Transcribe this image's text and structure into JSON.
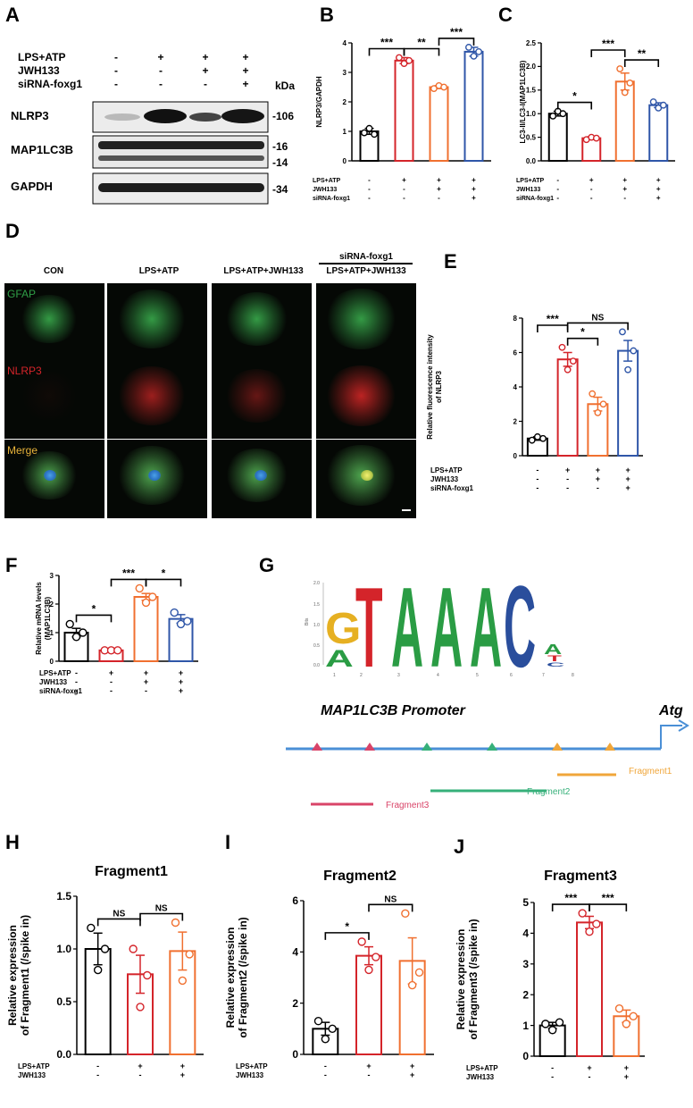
{
  "panel_letters": [
    "A",
    "B",
    "C",
    "D",
    "E",
    "F",
    "G",
    "H",
    "I",
    "J"
  ],
  "panel_a": {
    "row_labels": [
      "LPS+ATP",
      "JWH133",
      "siRNA-foxg1"
    ],
    "signs": [
      [
        "-",
        "+",
        "+",
        "+"
      ],
      [
        "-",
        "-",
        "+",
        "+"
      ],
      [
        "-",
        "-",
        "-",
        "+"
      ]
    ],
    "unit": "kDa",
    "blots": [
      {
        "name": "NLRP3",
        "kda": "-106"
      },
      {
        "name": "MAP1LC3B",
        "kda": "-16",
        "kda2": "-14"
      },
      {
        "name": "GAPDH",
        "kda": "-34"
      }
    ]
  },
  "panel_d": {
    "columns": [
      "CON",
      "LPS+ATP",
      "LPS+ATP+JWH133",
      "LPS+ATP+JWH133"
    ],
    "si_label": "siRNA-foxg1",
    "rows": [
      {
        "label": "GFAP",
        "color": "#2f9e46"
      },
      {
        "label": "NLRP3",
        "color": "#d4242a"
      },
      {
        "label": "Merge",
        "color": "#e8b33a"
      }
    ]
  },
  "panel_g": {
    "promoter_title": "MAP1LC3B Promoter",
    "atg_label": "Atg",
    "fragments": [
      "Fragment1",
      "Fragment2",
      "Fragment3"
    ],
    "logo_letters": [
      "G",
      "A",
      "T",
      "A",
      "A",
      "A",
      "C",
      "A",
      "A",
      "T",
      "C"
    ],
    "logo_axis_label": "Bits",
    "logo_yticks": [
      "2.0",
      "1.5",
      "1.0",
      "0.5",
      "0.0"
    ],
    "logo_positions": [
      "1",
      "2",
      "3",
      "4",
      "5",
      "6",
      "7",
      "8"
    ]
  },
  "chart_data": [
    {
      "panel": "B",
      "type": "bar",
      "ylabel": "NLRP3/GAPDH",
      "ylim": [
        0,
        4
      ],
      "yticks": [
        "0",
        "1",
        "2",
        "3",
        "4"
      ],
      "values": [
        1.0,
        3.4,
        2.5,
        3.7
      ],
      "errors": [
        0.1,
        0.1,
        0.05,
        0.15
      ],
      "points": [
        [
          0.95,
          1.1,
          0.9
        ],
        [
          3.5,
          3.3,
          3.4
        ],
        [
          2.45,
          2.55,
          2.5
        ],
        [
          3.85,
          3.55,
          3.7
        ]
      ],
      "colors": [
        "#000000",
        "#d4242a",
        "#f07030",
        "#2f56a8"
      ],
      "group_rows": [
        {
          "label": "LPS+ATP",
          "signs": [
            "-",
            "+",
            "+",
            "+"
          ]
        },
        {
          "label": "JWH133",
          "signs": [
            "-",
            "-",
            "+",
            "+"
          ]
        },
        {
          "label": "siRNA-foxg1",
          "signs": [
            "-",
            "-",
            "-",
            "+"
          ]
        }
      ],
      "sig": [
        {
          "a": 1,
          "b": 0,
          "label": "***",
          "top": true
        },
        {
          "a": 1,
          "b": 2,
          "label": "**"
        },
        {
          "a": 2,
          "b": 3,
          "label": "***"
        }
      ]
    },
    {
      "panel": "C",
      "type": "bar",
      "ylabel": "LC3-II/LC3-I(MAP1LC3B)",
      "ylim": [
        0,
        2.5
      ],
      "yticks": [
        "0.0",
        "0.5",
        "1.0",
        "1.5",
        "2.0",
        "2.5"
      ],
      "values": [
        1.0,
        0.48,
        1.68,
        1.18
      ],
      "errors": [
        0.05,
        0.03,
        0.18,
        0.05
      ],
      "points": [
        [
          0.95,
          1.05,
          1.0
        ],
        [
          0.45,
          0.5,
          0.48
        ],
        [
          1.95,
          1.45,
          1.65
        ],
        [
          1.25,
          1.12,
          1.18
        ]
      ],
      "colors": [
        "#000000",
        "#d4242a",
        "#f07030",
        "#2f56a8"
      ],
      "group_rows": [
        {
          "label": "LPS+ATP",
          "signs": [
            "-",
            "+",
            "+",
            "+"
          ]
        },
        {
          "label": "JWH133",
          "signs": [
            "-",
            "-",
            "+",
            "+"
          ]
        },
        {
          "label": "siRNA-foxg1",
          "signs": [
            "-",
            "-",
            "-",
            "+"
          ]
        }
      ],
      "sig": [
        {
          "a": 0,
          "b": 1,
          "label": "*"
        },
        {
          "a": 1,
          "b": 2,
          "label": "***",
          "top": true
        },
        {
          "a": 2,
          "b": 3,
          "label": "**"
        }
      ]
    },
    {
      "panel": "E",
      "type": "bar",
      "ylabel": "Relative fluorescence intensity\nof NLRP3",
      "ylim": [
        0,
        8
      ],
      "yticks": [
        "0",
        "2",
        "4",
        "6",
        "8"
      ],
      "values": [
        1.0,
        5.6,
        3.0,
        6.1
      ],
      "errors": [
        0.1,
        0.4,
        0.4,
        0.6
      ],
      "points": [
        [
          0.9,
          1.1,
          1.0
        ],
        [
          6.3,
          5.0,
          5.5
        ],
        [
          3.6,
          2.5,
          3.0
        ],
        [
          7.2,
          5.0,
          6.1
        ]
      ],
      "colors": [
        "#000000",
        "#d4242a",
        "#f07030",
        "#2f56a8"
      ],
      "group_rows": [
        {
          "label": "LPS+ATP",
          "signs": [
            "-",
            "+",
            "+",
            "+"
          ]
        },
        {
          "label": "JWH133",
          "signs": [
            "-",
            "-",
            "+",
            "+"
          ]
        },
        {
          "label": "siRNA-foxg1",
          "signs": [
            "-",
            "-",
            "-",
            "+"
          ]
        }
      ],
      "sig": [
        {
          "a": 1,
          "b": 0,
          "label": "***",
          "top": true
        },
        {
          "a": 1,
          "b": 2,
          "label": "*"
        },
        {
          "a": 1,
          "b": 3,
          "label": "NS",
          "top": true
        }
      ]
    },
    {
      "panel": "F",
      "type": "bar",
      "ylabel": "Relative mRNA levels\n(MAP1LC3B)",
      "ylim": [
        0,
        3
      ],
      "yticks": [
        "0",
        "1",
        "2",
        "3"
      ],
      "values": [
        1.0,
        0.38,
        2.25,
        1.48
      ],
      "errors": [
        0.15,
        0.02,
        0.12,
        0.15
      ],
      "points": [
        [
          1.3,
          0.85,
          1.0
        ],
        [
          0.38,
          0.38,
          0.38
        ],
        [
          2.55,
          2.05,
          2.25
        ],
        [
          1.7,
          1.3,
          1.4
        ]
      ],
      "colors": [
        "#000000",
        "#d4242a",
        "#f07030",
        "#2f56a8"
      ],
      "group_rows": [
        {
          "label": "LPS+ATP",
          "signs": [
            "-",
            "+",
            "+",
            "+"
          ]
        },
        {
          "label": "JWH133",
          "signs": [
            "-",
            "-",
            "+",
            "+"
          ]
        },
        {
          "label": "siRNA-foxg1",
          "signs": [
            "-",
            "-",
            "-",
            "+"
          ]
        }
      ],
      "sig": [
        {
          "a": 0,
          "b": 1,
          "label": "*"
        },
        {
          "a": 1,
          "b": 2,
          "label": "***",
          "top": true
        },
        {
          "a": 2,
          "b": 3,
          "label": "*"
        }
      ]
    },
    {
      "panel": "H",
      "type": "bar",
      "title": "Fragment1",
      "ylabel": "Relative expression\nof Fragment1 (/spike in)",
      "ylim": [
        0,
        1.5
      ],
      "yticks": [
        "0.0",
        "0.5",
        "1.0",
        "1.5"
      ],
      "values": [
        1.0,
        0.76,
        0.98
      ],
      "errors": [
        0.15,
        0.18,
        0.18
      ],
      "points": [
        [
          1.2,
          0.8,
          1.0
        ],
        [
          1.0,
          0.45,
          0.75
        ],
        [
          1.25,
          0.7,
          0.95
        ]
      ],
      "colors": [
        "#000000",
        "#d4242a",
        "#f07030"
      ],
      "group_rows": [
        {
          "label": "LPS+ATP",
          "signs": [
            "-",
            "+",
            "+"
          ]
        },
        {
          "label": "JWH133",
          "signs": [
            "-",
            "-",
            "+"
          ]
        }
      ],
      "sig": [
        {
          "a": 0,
          "b": 1,
          "label": "NS"
        },
        {
          "a": 1,
          "b": 2,
          "label": "NS"
        }
      ]
    },
    {
      "panel": "I",
      "type": "bar",
      "title": "Fragment2",
      "ylabel": "Relative expression\nof Fragment2 (/spike in)",
      "ylim": [
        0,
        6
      ],
      "yticks": [
        "0",
        "2",
        "4",
        "6"
      ],
      "values": [
        1.0,
        3.85,
        3.65
      ],
      "errors": [
        0.25,
        0.35,
        0.9
      ],
      "points": [
        [
          1.3,
          0.6,
          1.0
        ],
        [
          4.4,
          3.3,
          3.8
        ],
        [
          5.5,
          2.7,
          3.2
        ]
      ],
      "colors": [
        "#000000",
        "#d4242a",
        "#f07030"
      ],
      "group_rows": [
        {
          "label": "LPS+ATP",
          "signs": [
            "-",
            "+",
            "+"
          ]
        },
        {
          "label": "JWH133",
          "signs": [
            "-",
            "-",
            "+"
          ]
        }
      ],
      "sig": [
        {
          "a": 0,
          "b": 1,
          "label": "*"
        },
        {
          "a": 1,
          "b": 2,
          "label": "NS"
        }
      ]
    },
    {
      "panel": "J",
      "type": "bar",
      "title": "Fragment3",
      "ylabel": "Relative expression\nof Fragment3 (/spike in)",
      "ylim": [
        0,
        5
      ],
      "yticks": [
        "0",
        "1",
        "2",
        "3",
        "4",
        "5"
      ],
      "values": [
        1.0,
        4.35,
        1.3
      ],
      "errors": [
        0.1,
        0.2,
        0.2
      ],
      "points": [
        [
          1.05,
          0.85,
          1.1
        ],
        [
          4.65,
          4.05,
          4.3
        ],
        [
          1.55,
          1.05,
          1.3
        ]
      ],
      "colors": [
        "#000000",
        "#d4242a",
        "#f07030"
      ],
      "group_rows": [
        {
          "label": "LPS+ATP",
          "signs": [
            "-",
            "+",
            "+"
          ]
        },
        {
          "label": "JWH133",
          "signs": [
            "-",
            "-",
            "+"
          ]
        }
      ],
      "sig": [
        {
          "a": 0,
          "b": 1,
          "label": "***"
        },
        {
          "a": 1,
          "b": 2,
          "label": "***"
        }
      ]
    }
  ]
}
